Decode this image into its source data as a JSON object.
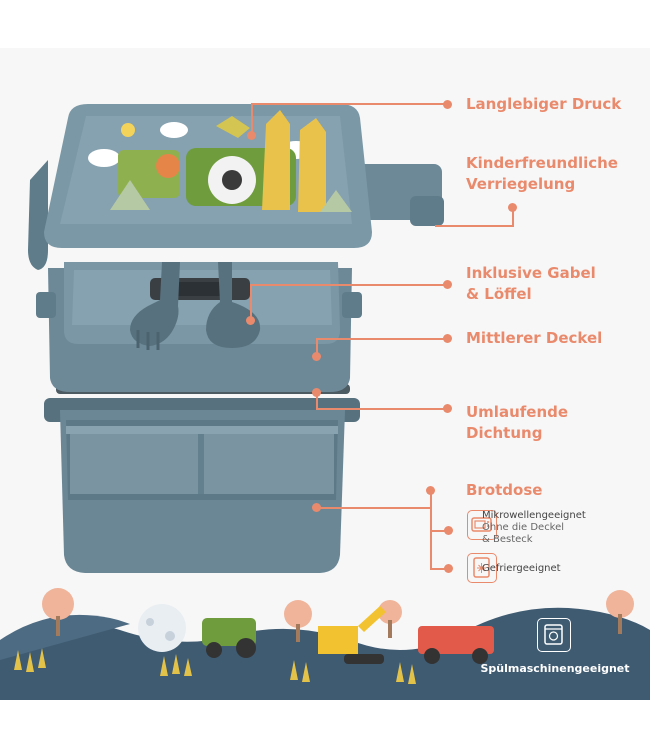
{
  "colors": {
    "accent": "#ea8a6c",
    "box": "#6b8796",
    "box_dark": "#566f7c",
    "lid": "#7b98a7",
    "band": "#3f5b72"
  },
  "features": {
    "print": "Langlebiger Druck",
    "lock_line1": "Kinderfreundliche",
    "lock_line2": "Verriegelung",
    "cutlery_line1": "Inklusive Gabel",
    "cutlery_line2": "& Löffel",
    "middle_lid": "Mittlerer Deckel",
    "seal_line1": "Umlaufende",
    "seal_line2": "Dichtung",
    "lunchbox": "Brotdose",
    "microwave_title": "Mikrowellengeeignet",
    "microwave_note1": "Ohne die Deckel",
    "microwave_note2": "& Besteck",
    "freezer": "Gefriergeeignet",
    "dishwasher": "Spülmaschinengeeignet"
  },
  "icons": [
    "microwave-icon",
    "freezer-icon",
    "dishwasher-icon"
  ]
}
